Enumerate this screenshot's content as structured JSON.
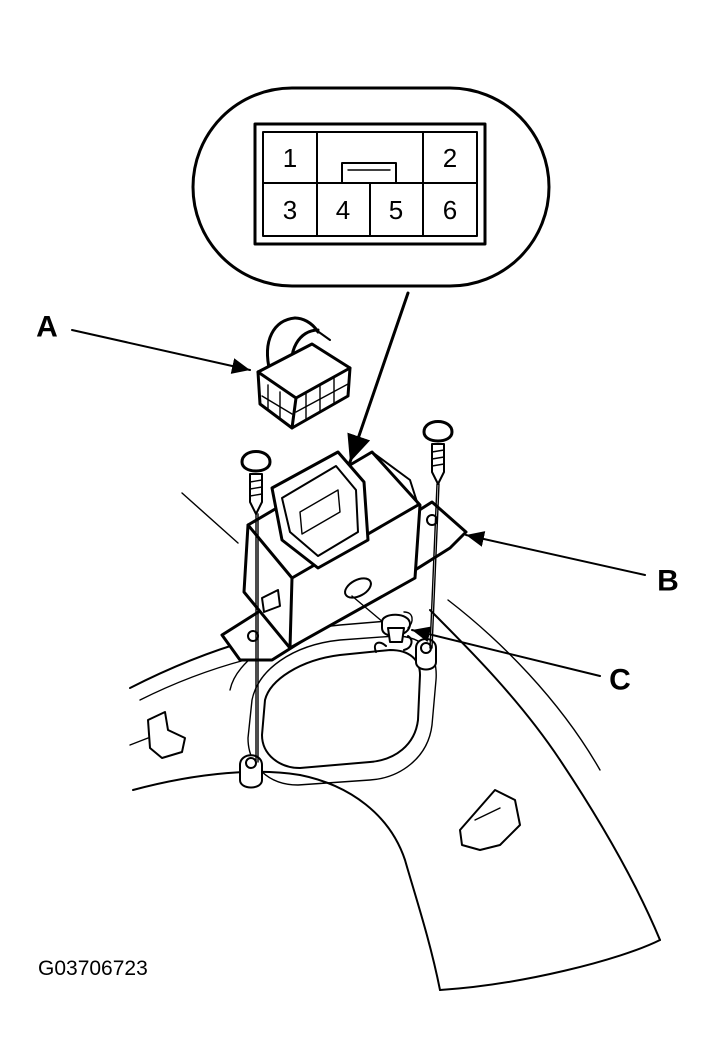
{
  "connector_pins": [
    {
      "label": "1"
    },
    {
      "label": "2"
    },
    {
      "label": "3"
    },
    {
      "label": "4"
    },
    {
      "label": "5"
    },
    {
      "label": "6"
    }
  ],
  "callouts": {
    "a": "A",
    "b": "B",
    "c": "C"
  },
  "figure_code": "G03706723"
}
